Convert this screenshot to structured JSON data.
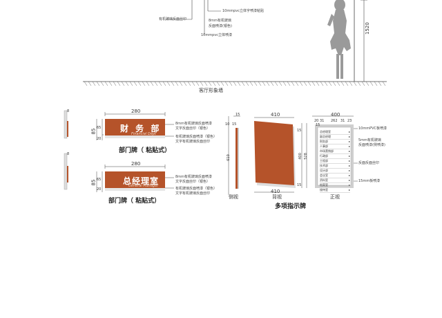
{
  "top_callouts": {
    "c1": "10mmpvc立体字喷漆粘贴",
    "c2": "有机玻璃反面丝印",
    "c3": "8mm有机玻璃",
    "c4": "反面喷漆(银色)",
    "c5": "10mmpvc立体喷漆"
  },
  "height_dim": "1520",
  "wall_title": "客厅形象墙",
  "sign1": {
    "width_dim": "280",
    "height_dim": "85",
    "sub_dims": [
      "20",
      "65"
    ],
    "side_dim": "8",
    "title": "财 务 部",
    "english": "Financial Dept",
    "notes": [
      "8mm有机玻璃反面喷漆",
      "文字反面丝印（银色）",
      "有机玻璃反面喷漆（银色）",
      "文字有机玻璃反面丝印"
    ],
    "caption": "部门牌（ 粘贴式）"
  },
  "sign2": {
    "width_dim": "280",
    "height_dim": "85",
    "sub_dims": [
      "20",
      "65"
    ],
    "side_dim": "8",
    "title": "总经理室",
    "english": "General Manager",
    "notes": [
      "8mm有机玻璃反面喷漆",
      "文字反面丝印（银色）",
      "有机玻璃反面喷漆（银色）",
      "文字有机玻璃反面丝印"
    ],
    "caption": "部门牌（ 粘贴式）"
  },
  "directory": {
    "side_dims": [
      "15",
      "10",
      "15",
      "610"
    ],
    "side_label": "侧视",
    "back_width": "410",
    "back_width2": "410",
    "back_heights": [
      "15",
      "15",
      "400",
      "528"
    ],
    "back_label": "背视",
    "front_top": "400",
    "front_sub": [
      "20",
      "31",
      "262",
      "31",
      "23"
    ],
    "front_margin": "15",
    "front_label": "正视",
    "caption": "多项指示牌",
    "notes": [
      "10mmPVC板喷漆",
      "5mm有机玻璃",
      "反面喷漆(侧喷漆)",
      "反面反面丝印",
      "15mm板喷漆"
    ],
    "rows": [
      "总经理室",
      "副总经理",
      "财务部",
      "人事部",
      "市场营销部",
      "行政部",
      "工程部",
      "技术部",
      "设计部",
      "会议室",
      "资料室",
      "档案室",
      "接待室"
    ]
  }
}
